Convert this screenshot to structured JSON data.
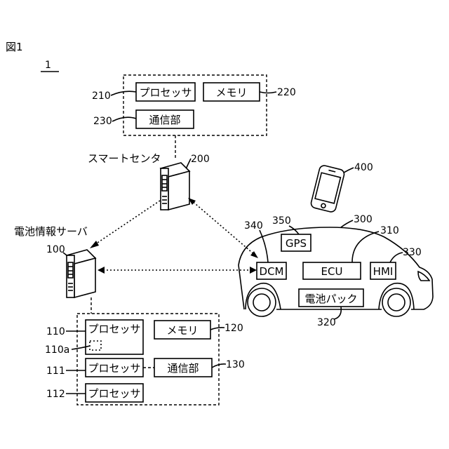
{
  "figure_label": "図1",
  "system_ref": "1",
  "smart_center": {
    "name": "スマートセンタ",
    "ref": "200",
    "processor": {
      "label": "プロセッサ",
      "ref": "210"
    },
    "memory": {
      "label": "メモリ",
      "ref": "220"
    },
    "comm": {
      "label": "通信部",
      "ref": "230"
    }
  },
  "battery_server": {
    "name": "電池情報サーバ",
    "ref": "100",
    "processor1": {
      "label": "プロセッサ",
      "ref": "110"
    },
    "sub_ref": "110a",
    "memory": {
      "label": "メモリ",
      "ref": "120"
    },
    "processor2": {
      "label": "プロセッサ",
      "ref": "111"
    },
    "comm": {
      "label": "通信部",
      "ref": "130"
    },
    "processor3": {
      "label": "プロセッサ",
      "ref": "112"
    }
  },
  "vehicle": {
    "ref": "300",
    "gps": {
      "label": "GPS",
      "ref": "350"
    },
    "dcm": {
      "label": "DCM",
      "ref": "340"
    },
    "ecu": {
      "label": "ECU",
      "ref": "310"
    },
    "hmi": {
      "label": "HMI",
      "ref": "330"
    },
    "battery": {
      "label": "電池パック",
      "ref": "320"
    }
  },
  "phone_ref": "400"
}
